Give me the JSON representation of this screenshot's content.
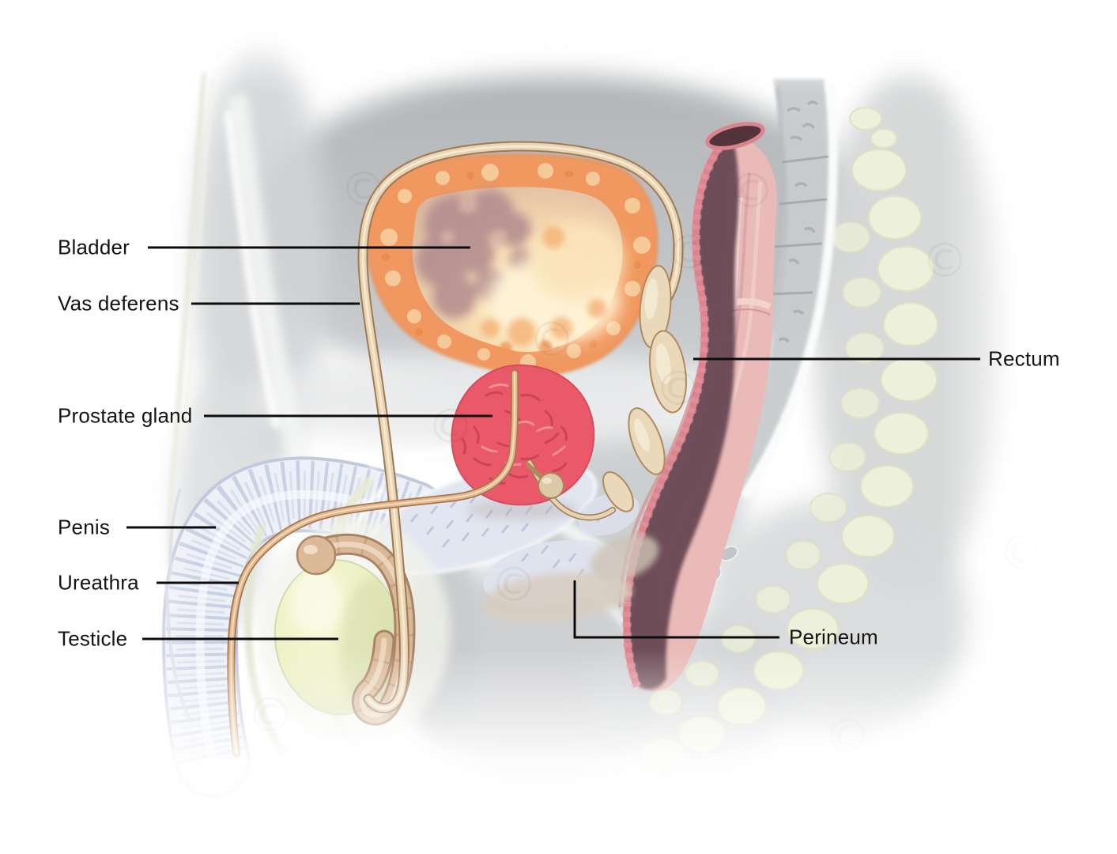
{
  "figure": {
    "type": "anatomical-diagram",
    "watermark_glyph": "©"
  },
  "labels": [
    {
      "id": "bladder",
      "text": "Bladder",
      "side": "left"
    },
    {
      "id": "vas-deferens",
      "text": "Vas deferens",
      "side": "left"
    },
    {
      "id": "prostate-gland",
      "text": "Prostate gland",
      "side": "left"
    },
    {
      "id": "penis",
      "text": "Penis",
      "side": "left"
    },
    {
      "id": "ureathra",
      "text": "Ureathra",
      "side": "left"
    },
    {
      "id": "testicle",
      "text": "Testicle",
      "side": "left"
    },
    {
      "id": "rectum",
      "text": "Rectum",
      "side": "right"
    },
    {
      "id": "perineum",
      "text": "Perineum",
      "side": "right"
    }
  ],
  "colors": {
    "label_text": "#141414",
    "leader_line": "#0c0c0c",
    "bladder_wall": "#F0985F",
    "bladder_lumen_glow": "#FFF3D6",
    "bladder_mucosa_fold": "#B18A8E",
    "prostate": "#E9596A",
    "rectum_outer_wall": "#6A4A55",
    "rectum_mucosa": "#E9BAB8",
    "rectum_rim": "#D9848E",
    "duct_tube": "#E9D3B1",
    "urethra_tube": "#E3B98F",
    "seminal_vesicle": "#EAD8BA",
    "testicle_fill": "#ECF0C2",
    "epididymis": "#D9B897",
    "penis_tissue": "#EEF0F7",
    "penis_striation": "#B9C3DC",
    "pubic_bone": "#E2E6F1",
    "fat_lobule": "#EDF0DA",
    "body_gray": "#BFC2C4"
  }
}
